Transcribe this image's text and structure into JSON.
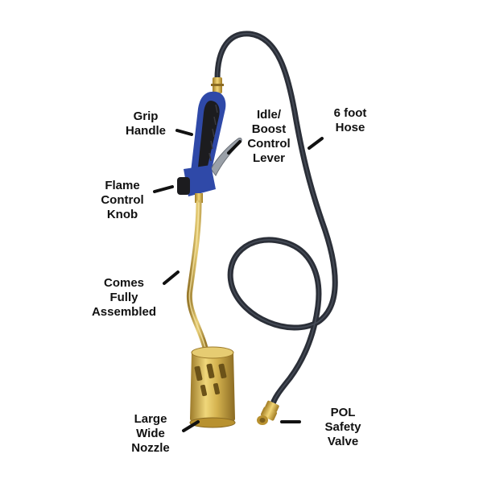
{
  "labels": {
    "grip_handle": [
      "Grip",
      "Handle"
    ],
    "idle_boost": [
      "Idle/",
      "Boost",
      "Control",
      "Lever"
    ],
    "hose": [
      "6 foot",
      "Hose"
    ],
    "flame_control": [
      "Flame",
      "Control",
      "Knob"
    ],
    "assembled": [
      "Comes",
      "Fully",
      "Assembled"
    ],
    "nozzle": [
      "Large",
      "Wide",
      "Nozzle"
    ],
    "pol_valve": [
      "POL",
      "Safety",
      "Valve"
    ]
  },
  "colors": {
    "hose": "#2b2f38",
    "handle_blue": "#2f49a8",
    "handle_black": "#1c1c1f",
    "brass": "#c9a54a",
    "nozzle_gold": "#d4b24f",
    "leader": "#111111"
  }
}
